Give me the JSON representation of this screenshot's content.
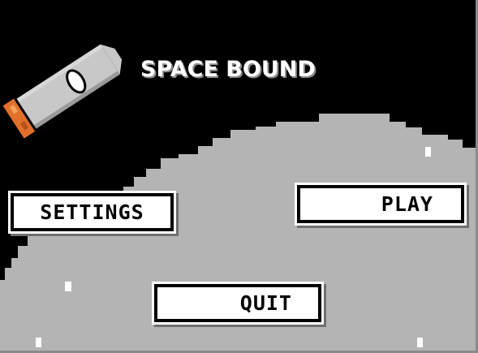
{
  "game": {
    "title": "SPACE BOUND"
  },
  "menu": {
    "settings_label": "SETTINGS",
    "play_label": "PLAY",
    "quit_label": "QUIT"
  },
  "palette": {
    "background": "#000000",
    "planet": "#b4b4b4",
    "button_face": "#ffffff",
    "text": "#000000",
    "rocket_body": "#c8c8c8",
    "rocket_flame": "#e0702a"
  }
}
